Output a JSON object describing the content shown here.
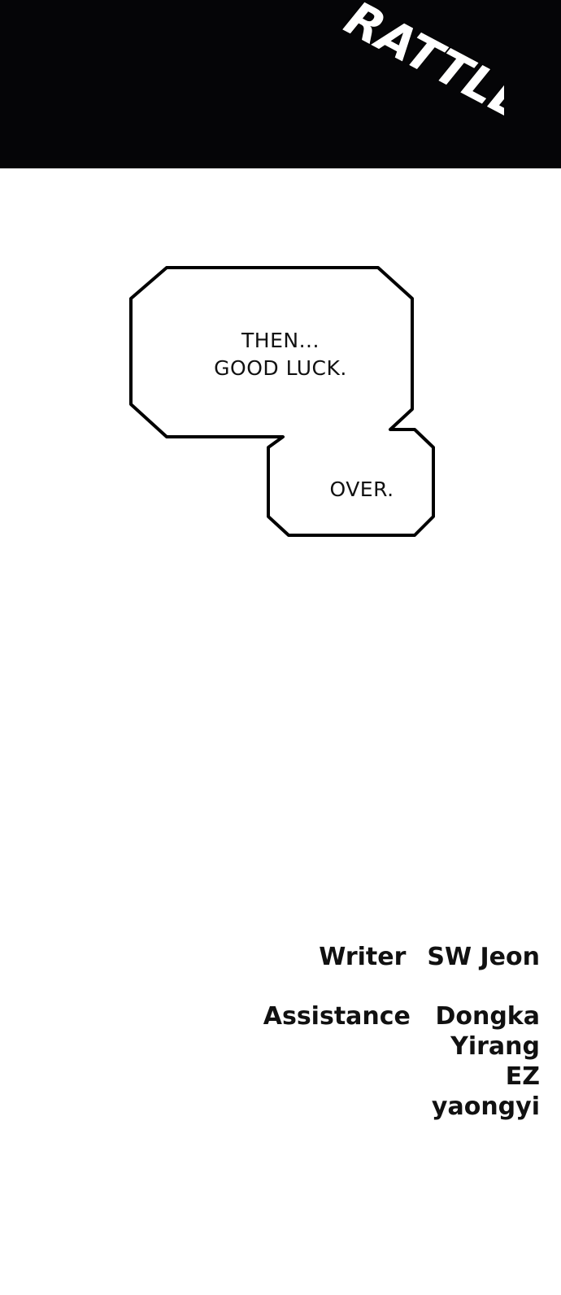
{
  "panel_top": {
    "sound_effect": "RATTLE",
    "background_color": "#050507"
  },
  "speech_bubbles": [
    {
      "lines": [
        "THEN...",
        "GOOD LUCK."
      ]
    },
    {
      "lines": [
        "OVER."
      ]
    }
  ],
  "credits": {
    "writer_label": "Writer",
    "writer_name": "SW Jeon",
    "assistance_label": "Assistance",
    "assistants": [
      "Dongka",
      "Yirang",
      "EZ",
      "yaongyi"
    ]
  }
}
